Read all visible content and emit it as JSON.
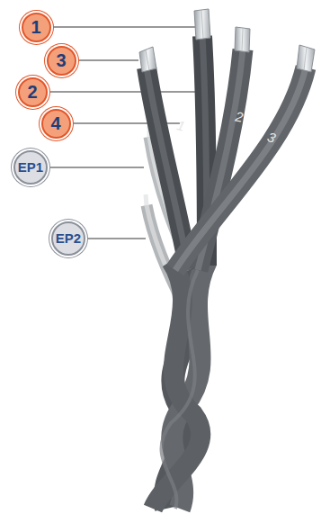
{
  "diagram": {
    "nodes": [
      {
        "text": [
          "1"
        ]
      },
      {
        "text": [
          "3"
        ]
      },
      {
        "text": [
          "2"
        ]
      },
      {
        "text": [
          "4"
        ]
      },
      {
        "text": [
          "EP1"
        ]
      },
      {
        "text": [
          "EP2"
        ]
      }
    ],
    "labels": [
      "1",
      "2",
      "3"
    ]
  }
}
